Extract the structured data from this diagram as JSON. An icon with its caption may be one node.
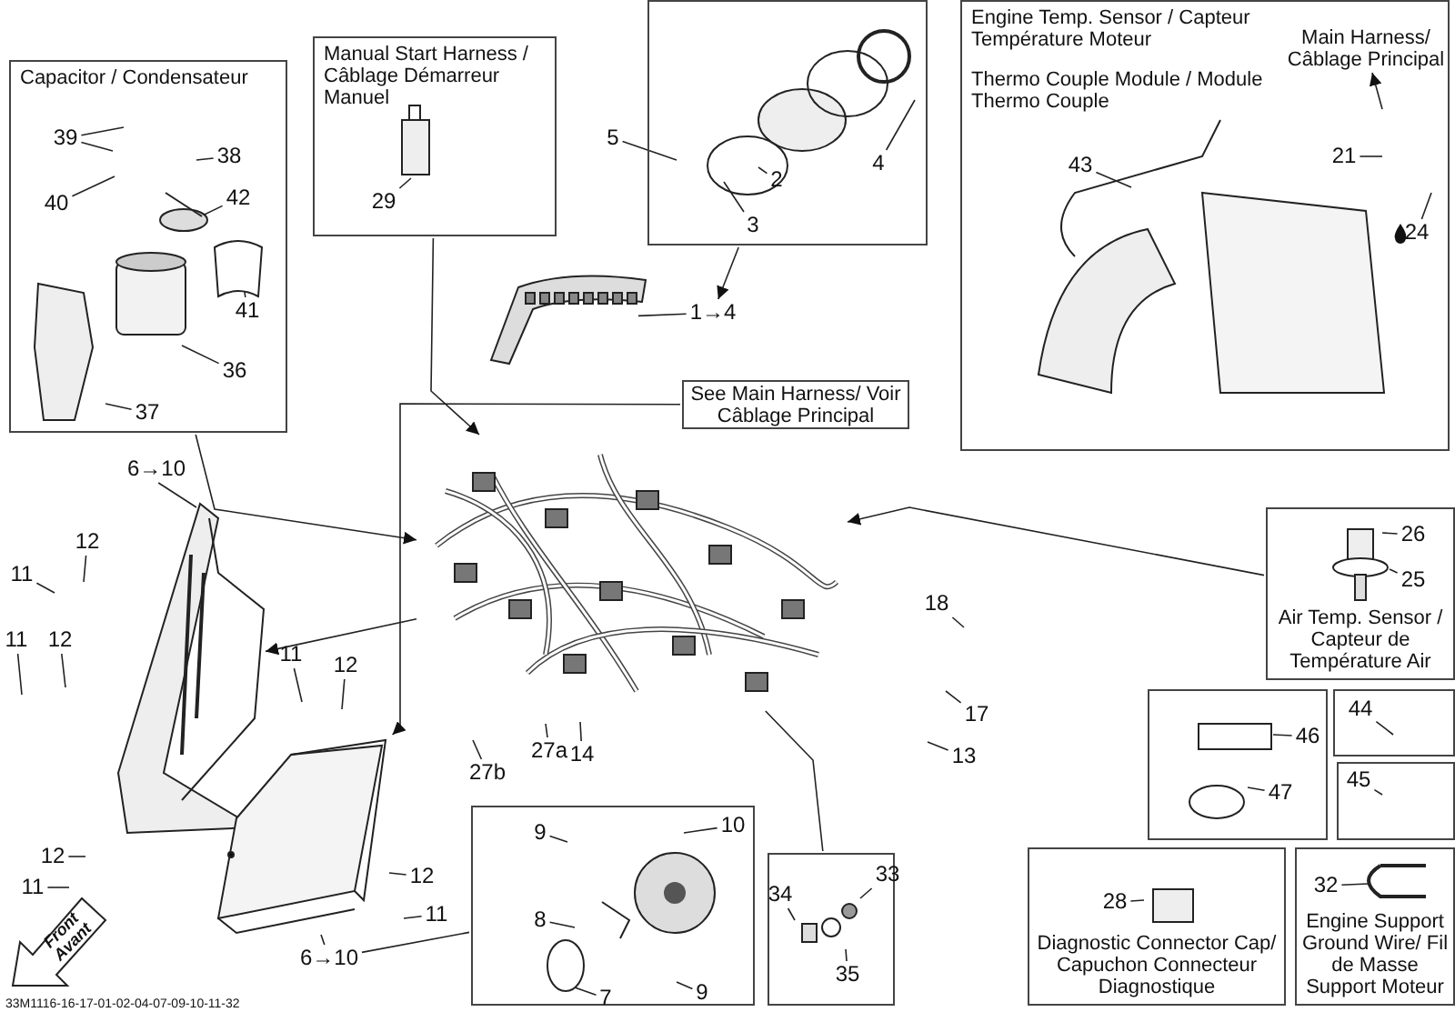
{
  "diagram": {
    "nodes": [
      {
        "text": [
          "Capacitor / Condensateur"
        ]
      },
      {
        "text": [
          "39"
        ],
        "in": 0
      },
      {
        "text": [
          "40"
        ],
        "in": 0
      },
      {
        "text": [
          "38"
        ],
        "in": 0
      },
      {
        "text": [
          "42"
        ],
        "in": 0
      },
      {
        "text": [
          "41"
        ],
        "in": 0
      },
      {
        "text": [
          "36"
        ],
        "in": 0
      },
      {
        "text": [
          "37"
        ],
        "in": 0
      },
      {
        "text": [
          "Manual Start Harness / Câblage Démarreur Manuel"
        ]
      },
      {
        "text": [
          "29"
        ],
        "in": 8
      },
      {
        "text": [
          "5"
        ]
      },
      {
        "text": [],
        "shape": "box"
      },
      {
        "text": [
          "2"
        ],
        "in": 11
      },
      {
        "text": [
          "3"
        ],
        "in": 11
      },
      {
        "text": [
          "4"
        ],
        "in": 11
      },
      {
        "text": [
          "Engine Temp. Sensor / Capteur Température Moteur",
          "Thermo Couple Module / Module Thermo Couple"
        ]
      },
      {
        "text": [
          "Main Harness/ Câblage Principal"
        ],
        "in": 15
      },
      {
        "text": [
          "43"
        ],
        "in": 15
      },
      {
        "text": [
          "21"
        ],
        "in": 15
      },
      {
        "text": [
          "24"
        ],
        "in": 15
      },
      {
        "text": [
          "1→4"
        ]
      },
      {
        "text": [],
        "shape": "picture"
      },
      {
        "text": [
          "See Main Harness/ Voir Câblage Principal"
        ]
      },
      {
        "text": [],
        "shape": "picture"
      },
      {
        "text": [
          "6→10"
        ]
      },
      {
        "text": [],
        "shape": "picture"
      },
      {
        "text": [
          "11"
        ]
      },
      {
        "text": [
          "12"
        ]
      },
      {
        "text": [
          "11"
        ]
      },
      {
        "text": [
          "12"
        ]
      },
      {
        "text": [
          "11"
        ]
      },
      {
        "text": [
          "12"
        ]
      },
      {
        "text": [],
        "shape": "picture"
      },
      {
        "text": [
          "27a"
        ]
      },
      {
        "text": [
          "27b"
        ]
      },
      {
        "text": [
          "14"
        ]
      },
      {
        "text": [
          "18"
        ]
      },
      {
        "text": [
          "Air Temp. Sensor / Capteur de Température Air"
        ]
      },
      {
        "text": [
          "26"
        ],
        "in": 37
      },
      {
        "text": [
          "25"
        ],
        "in": 37
      },
      {
        "text": [
          "17"
        ]
      },
      {
        "text": [
          "13"
        ]
      },
      {
        "text": [],
        "shape": "box"
      },
      {
        "text": [
          "46"
        ],
        "in": 42
      },
      {
        "text": [
          "47"
        ],
        "in": 42
      },
      {
        "text": [],
        "shape": "box"
      },
      {
        "text": [
          "44"
        ],
        "in": 45
      },
      {
        "text": [],
        "shape": "box"
      },
      {
        "text": [
          "45"
        ],
        "in": 47
      },
      {
        "text": [
          "12"
        ]
      },
      {
        "text": [
          "11"
        ]
      },
      {
        "text": [
          "12"
        ]
      },
      {
        "text": [
          "11"
        ]
      },
      {
        "text": [],
        "shape": "box"
      },
      {
        "text": [
          "9"
        ],
        "in": 53
      },
      {
        "text": [
          "10"
        ],
        "in": 53
      },
      {
        "text": [
          "8"
        ],
        "in": 53
      },
      {
        "text": [
          "7"
        ],
        "in": 53
      },
      {
        "text": [
          "9"
        ],
        "in": 53
      },
      {
        "text": [
          "6→10"
        ]
      },
      {
        "text": [],
        "shape": "box"
      },
      {
        "text": [
          "34"
        ],
        "in": 60
      },
      {
        "text": [
          "33"
        ],
        "in": 60
      },
      {
        "text": [
          "35"
        ],
        "in": 60
      },
      {
        "text": [
          "Diagnostic Connector Cap/ Capuchon Connecteur Diagnostique"
        ]
      },
      {
        "text": [
          "28"
        ],
        "in": 64
      },
      {
        "text": [
          "Engine Support Ground Wire/ Fil de Masse Support Moteur"
        ]
      },
      {
        "text": [
          "32"
        ],
        "in": 66
      },
      {
        "text": [
          "Front Avant"
        ]
      }
    ],
    "edges": [
      {
        "from": 1,
        "to": null,
        "arrow": "none"
      },
      {
        "from": 1,
        "to": null,
        "arrow": "none"
      },
      {
        "from": 2,
        "to": null,
        "arrow": "none"
      },
      {
        "from": 3,
        "to": null,
        "arrow": "none"
      },
      {
        "from": 4,
        "to": null,
        "arrow": "none"
      },
      {
        "from": 5,
        "to": null,
        "arrow": "none"
      },
      {
        "from": 6,
        "to": null,
        "arrow": "none"
      },
      {
        "from": 7,
        "to": null,
        "arrow": "none"
      },
      {
        "from": 9,
        "to": null,
        "arrow": "none"
      },
      {
        "from": 10,
        "to": null,
        "arrow": "none"
      },
      {
        "from": 12,
        "to": null,
        "arrow": "none"
      },
      {
        "from": 13,
        "to": null,
        "arrow": "none"
      },
      {
        "from": 14,
        "to": null,
        "arrow": "none"
      },
      {
        "from": null,
        "to": 16,
        "arrow": "to"
      },
      {
        "from": 17,
        "to": null,
        "arrow": "none"
      },
      {
        "from": 18,
        "to": null,
        "arrow": "none"
      },
      {
        "from": 19,
        "to": null,
        "arrow": "none"
      },
      {
        "from": 11,
        "to": 20,
        "arrow": "to"
      },
      {
        "from": 20,
        "to": 21,
        "arrow": "none"
      },
      {
        "from": 0,
        "to": 23,
        "arrow": "to"
      },
      {
        "from": 8,
        "to": 23,
        "arrow": "to"
      },
      {
        "from": 22,
        "to": 32,
        "arrow": "to"
      },
      {
        "from": 23,
        "to": 25,
        "arrow": "to"
      },
      {
        "from": 24,
        "to": 25,
        "arrow": "none"
      },
      {
        "from": 26,
        "to": null,
        "arrow": "none"
      },
      {
        "from": 27,
        "to": null,
        "arrow": "none"
      },
      {
        "from": 28,
        "to": null,
        "arrow": "none"
      },
      {
        "from": 29,
        "to": null,
        "arrow": "none"
      },
      {
        "from": 30,
        "to": null,
        "arrow": "none"
      },
      {
        "from": 31,
        "to": null,
        "arrow": "none"
      },
      {
        "from": 33,
        "to": null,
        "arrow": "none"
      },
      {
        "from": 34,
        "to": null,
        "arrow": "none"
      },
      {
        "from": 35,
        "to": null,
        "arrow": "none"
      },
      {
        "from": 36,
        "to": null,
        "arrow": "none"
      },
      {
        "from": 37,
        "to": 23,
        "arrow": "to"
      },
      {
        "from": 38,
        "to": null,
        "arrow": "none"
      },
      {
        "from": 39,
        "to": null,
        "arrow": "none"
      },
      {
        "from": 40,
        "to": null,
        "arrow": "none"
      },
      {
        "from": 41,
        "to": null,
        "arrow": "none"
      },
      {
        "from": 43,
        "to": null,
        "arrow": "none"
      },
      {
        "from": 44,
        "to": null,
        "arrow": "none"
      },
      {
        "from": 46,
        "to": null,
        "arrow": "none"
      },
      {
        "from": 48,
        "to": null,
        "arrow": "none"
      },
      {
        "from": 49,
        "to": null,
        "arrow": "none"
      },
      {
        "from": 50,
        "to": null,
        "arrow": "none"
      },
      {
        "from": 51,
        "to": null,
        "arrow": "none"
      },
      {
        "from": 52,
        "to": null,
        "arrow": "none"
      },
      {
        "from": 54,
        "to": null,
        "arrow": "none"
      },
      {
        "from": 55,
        "to": null,
        "arrow": "none"
      },
      {
        "from": 56,
        "to": null,
        "arrow": "none"
      },
      {
        "from": 57,
        "to": null,
        "arrow": "none"
      },
      {
        "from": 58,
        "to": null,
        "arrow": "none"
      },
      {
        "from": 59,
        "to": 32,
        "arrow": "none"
      },
      {
        "from": 59,
        "to": 53,
        "arrow": "none"
      },
      {
        "from": 60,
        "to": 23,
        "arrow": "none"
      },
      {
        "from": 61,
        "to": null,
        "arrow": "none"
      },
      {
        "from": 62,
        "to": null,
        "arrow": "none"
      },
      {
        "from": 63,
        "to": null,
        "arrow": "none"
      },
      {
        "from": 65,
        "to": null,
        "arrow": "none"
      },
      {
        "from": 67,
        "to": null,
        "arrow": "none"
      }
    ],
    "labels": [
      "33M1116-16-17-01-02-04-07-09-10-11-32"
    ]
  }
}
